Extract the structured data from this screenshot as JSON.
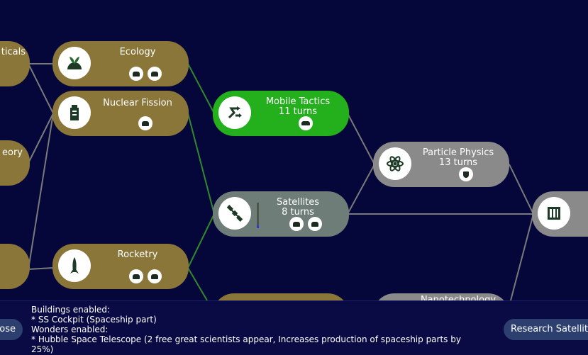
{
  "nodes": {
    "tacticals": {
      "title": "ticals"
    },
    "theory": {
      "title": "eory"
    },
    "ecology": {
      "title": "Ecology"
    },
    "nuclear_fission": {
      "title": "Nuclear Fission"
    },
    "rocketry": {
      "title": "Rocketry"
    },
    "mobile_tactics": {
      "title": "Mobile Tactics",
      "turns": "11 turns"
    },
    "satellites": {
      "title": "Satellites",
      "turns": "8 turns"
    },
    "particle_physics": {
      "title": "Particle Physics",
      "turns": "13 turns"
    },
    "nanotechnology": {
      "title": "Nanotechnology"
    }
  },
  "info": {
    "line1": "Buildings enabled:",
    "line2": " * SS Cockpit (Spaceship part)",
    "line3": "Wonders enabled:",
    "line4": " * Hubble Space Telescope (2 free great scientists appear, Increases production of spaceship parts by",
    "line5": "25%)"
  },
  "buttons": {
    "close": "ose",
    "research": "Research Satellite"
  },
  "colors": {
    "background": "#05063a",
    "researched": "#8a7638",
    "researching": "#23b01c",
    "available": "#8a8a8a",
    "selected": "#6f7d78"
  }
}
